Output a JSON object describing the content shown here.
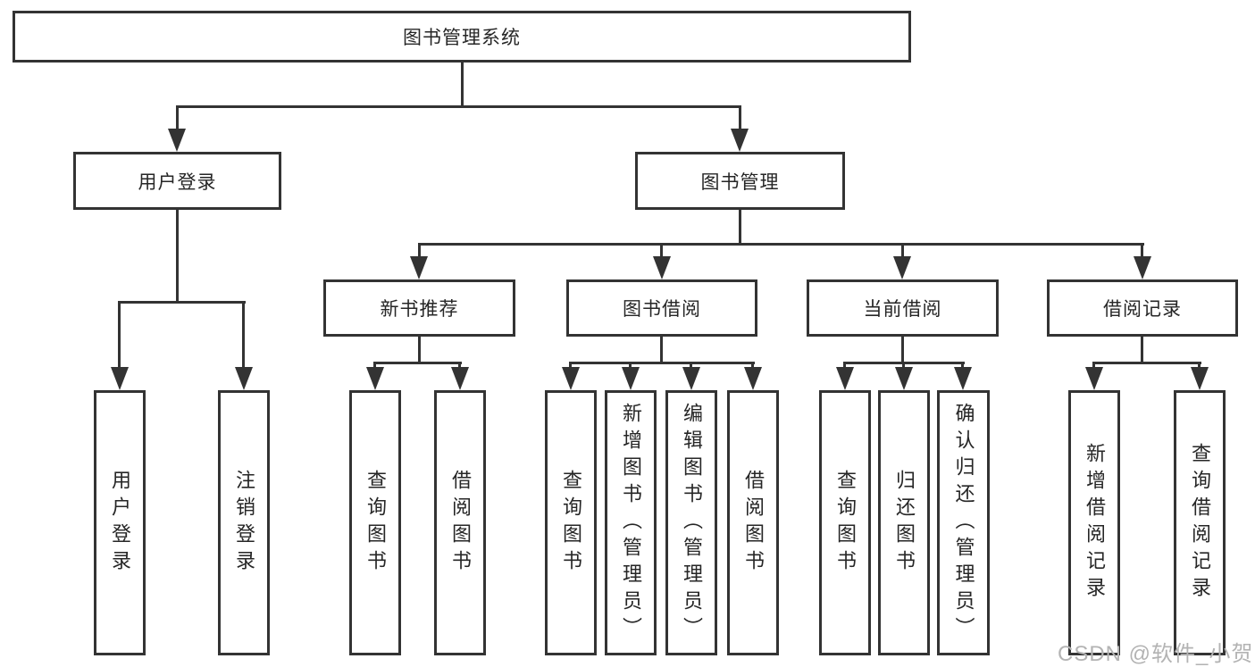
{
  "colors": {
    "line": "#333333",
    "box_border": "#333333",
    "node_text": "#262626",
    "watermark_text": "#b3b3b3",
    "background": "#ffffff"
  },
  "nodes": {
    "root": "图书管理系统",
    "user_login": "用户登录",
    "book_mgmt": "图书管理",
    "new_book_rec": "新书推荐",
    "book_borrow": "图书借阅",
    "current_borrow": "当前借阅",
    "borrow_records": "借阅记录",
    "leaf_user_login": "用户登录",
    "leaf_logout": "注销登录",
    "leaf_query_books_1": "查询图书",
    "leaf_borrow_books_1": "借阅图书",
    "leaf_query_books_2": "查询图书",
    "leaf_add_book_admin": "新增图书（管理员）",
    "leaf_edit_book_admin": "编辑图书（管理员）",
    "leaf_borrow_books_2": "借阅图书",
    "leaf_query_books_3": "查询图书",
    "leaf_return_book": "归还图书",
    "leaf_confirm_return_admin": "确认归还（管理员）",
    "leaf_add_borrow_record": "新增借阅记录",
    "leaf_query_borrow_record": "查询借阅记录"
  },
  "watermark": "CSDN @软件_小贺同学"
}
